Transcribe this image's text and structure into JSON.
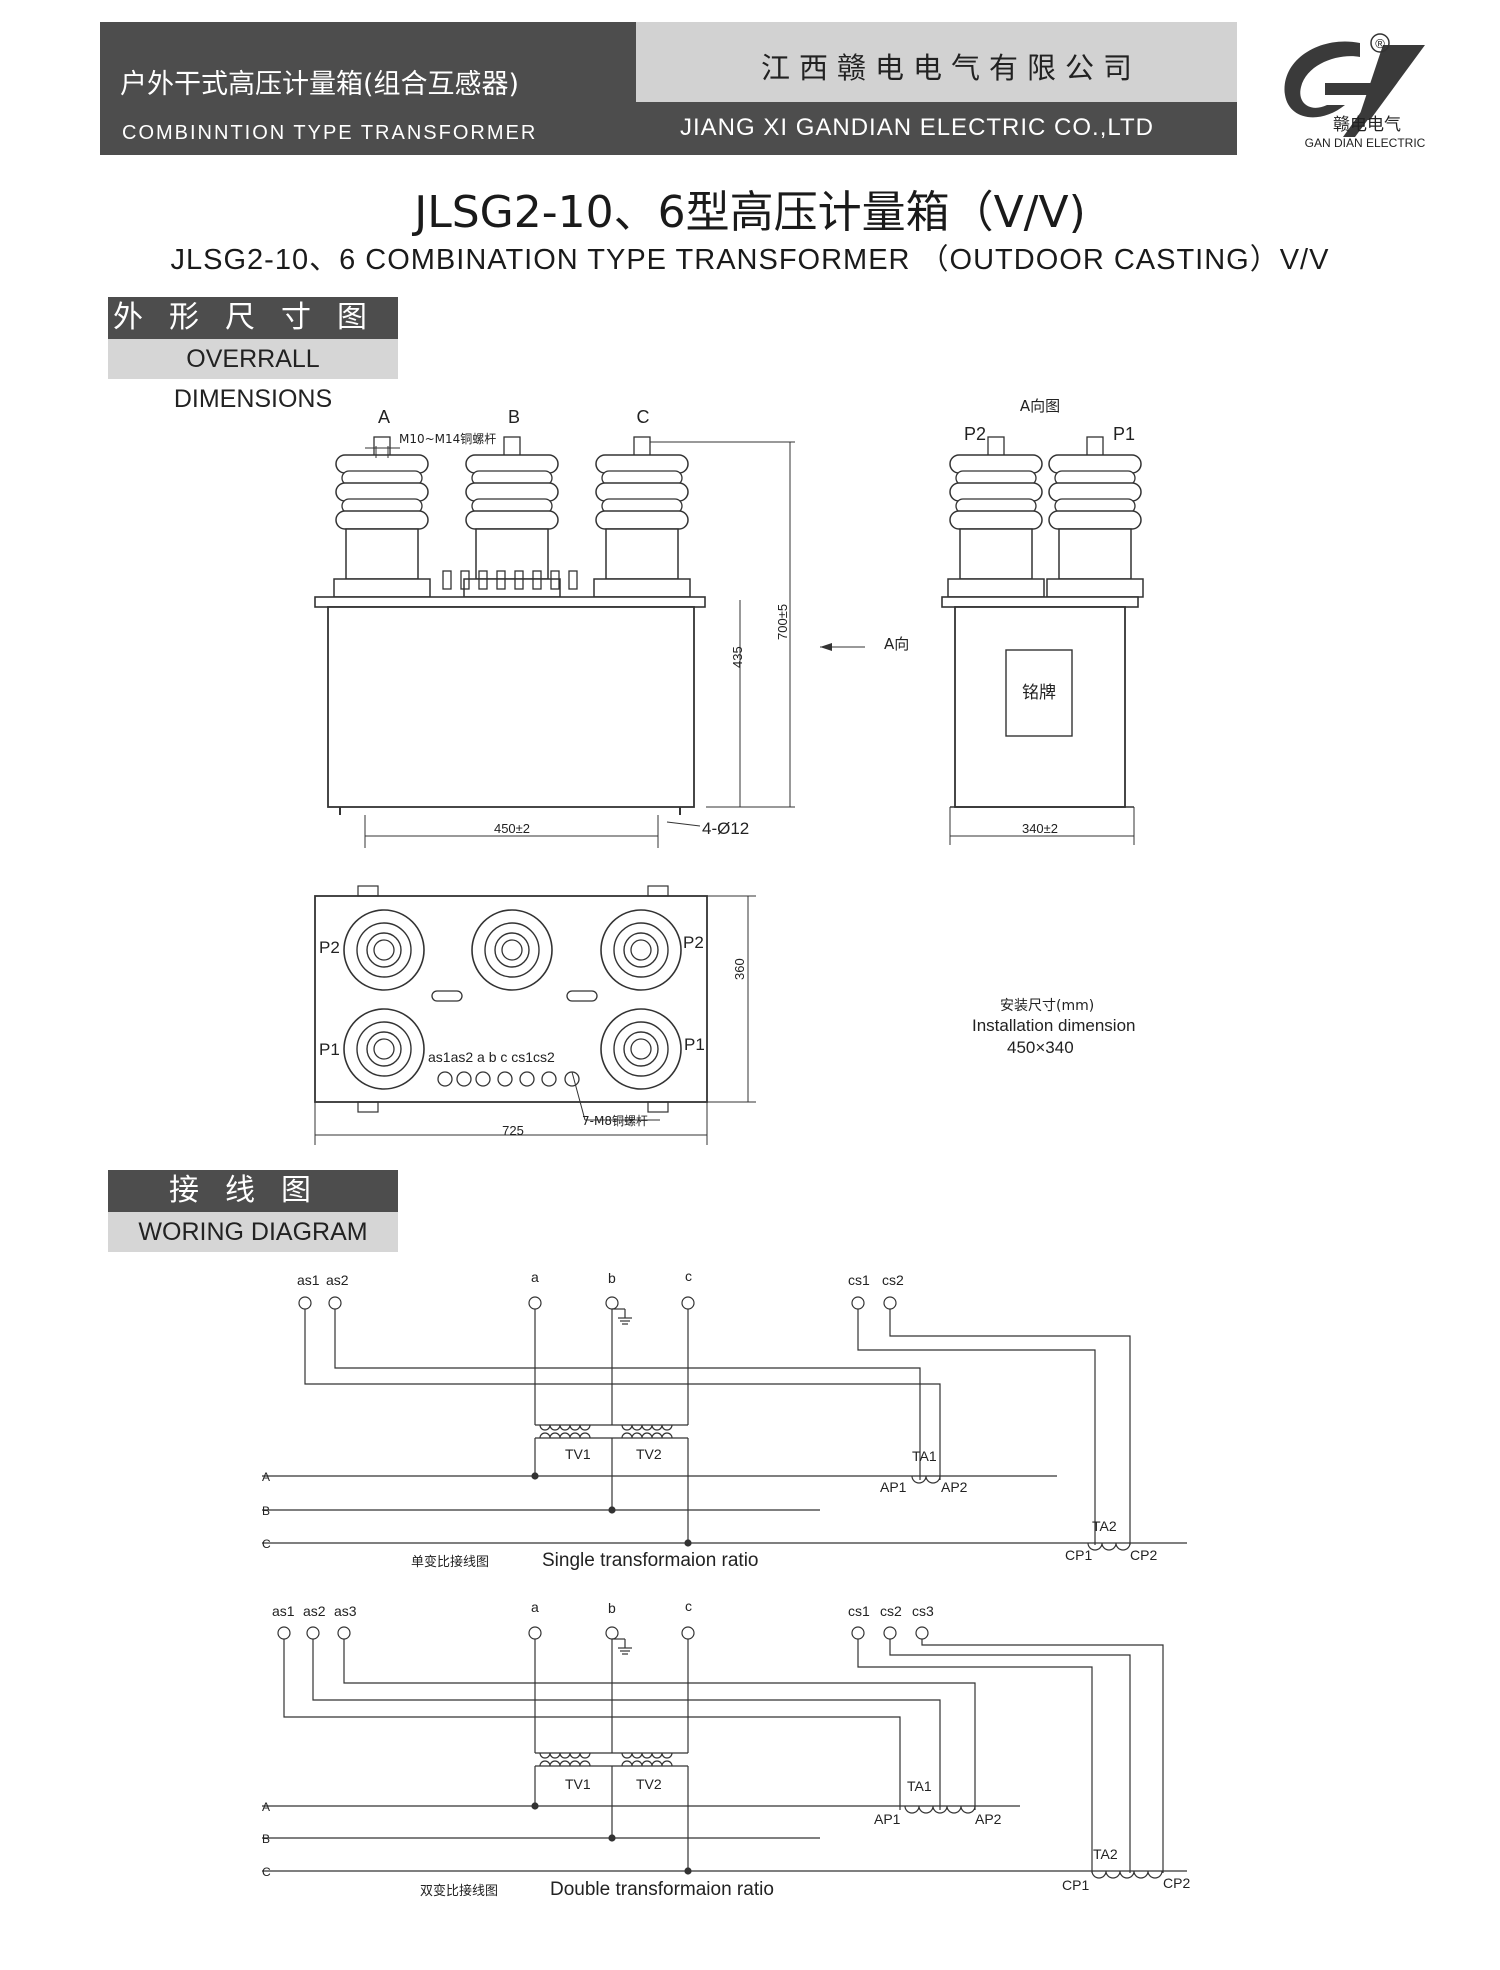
{
  "header": {
    "category_cn": "户外干式高压计量箱(组合互感器)",
    "category_en": "COMBINNTION TYPE TRANSFORMER",
    "company_cn": "江西赣电电气有限公司",
    "company_en": "JIANG XI GANDIAN ELECTRIC CO.,LTD",
    "logo_cn": "赣电电气",
    "logo_en": "GAN DIAN ELECTRIC",
    "logo_mark": "®"
  },
  "title": {
    "cn": "JLSG2-10、6型高压计量箱（V/V)",
    "en": "JLSG2-10、6 COMBINATION TYPE TRANSFORMER （OUTDOOR CASTING）V/V"
  },
  "section_dimensions": {
    "cn": "外形尺寸图",
    "en": "OVERRALL DIMENSIONS"
  },
  "section_wiring": {
    "cn": "接线图",
    "en": "WORING DIAGRAM"
  },
  "front_view": {
    "phase_a": "A",
    "phase_b": "B",
    "phase_c": "C",
    "bolt_note": "M10~M14铜螺杆",
    "dim_height_body": "435",
    "dim_height_total": "700±5",
    "dim_width": "450±2",
    "holes": "4-Ø12",
    "view_arrow": "A向"
  },
  "side_view": {
    "title": "A向图",
    "p2": "P2",
    "p1": "P1",
    "nameplate": "铭牌",
    "dim_width": "340±2"
  },
  "top_view": {
    "p2_left": "P2",
    "p2_right": "P2",
    "p1_left": "P1",
    "p1_right": "P1",
    "terminals": "as1as2 a  b  c cs1cs2",
    "terminal_bolts": "7-M8铜螺杆",
    "dim_depth": "360",
    "dim_length": "725"
  },
  "install": {
    "cn": "安装尺寸(mm)",
    "en": "Installation dimension",
    "value": "450×340"
  },
  "single": {
    "labels_as": [
      "as1",
      "as2"
    ],
    "labels_abc": [
      "a",
      "b",
      "c"
    ],
    "labels_cs": [
      "cs1",
      "cs2"
    ],
    "tv1": "TV1",
    "tv2": "TV2",
    "ta1": "TA1",
    "ap1": "AP1",
    "ap2": "AP2",
    "ta2": "TA2",
    "cp1": "CP1",
    "cp2": "CP2",
    "lines": [
      "A",
      "B",
      "C"
    ],
    "caption_cn": "单变比接线图",
    "caption_en": "Single transformaion ratio"
  },
  "double": {
    "labels_as": [
      "as1",
      "as2",
      "as3"
    ],
    "labels_abc": [
      "a",
      "b",
      "c"
    ],
    "labels_cs": [
      "cs1",
      "cs2",
      "cs3"
    ],
    "tv1": "TV1",
    "tv2": "TV2",
    "ta1": "TA1",
    "ap1": "AP1",
    "ap2": "AP2",
    "ta2": "TA2",
    "cp1": "CP1",
    "cp2": "CP2",
    "lines": [
      "A",
      "B",
      "C"
    ],
    "caption_cn": "双变比接线图",
    "caption_en": "Double transformaion ratio"
  }
}
